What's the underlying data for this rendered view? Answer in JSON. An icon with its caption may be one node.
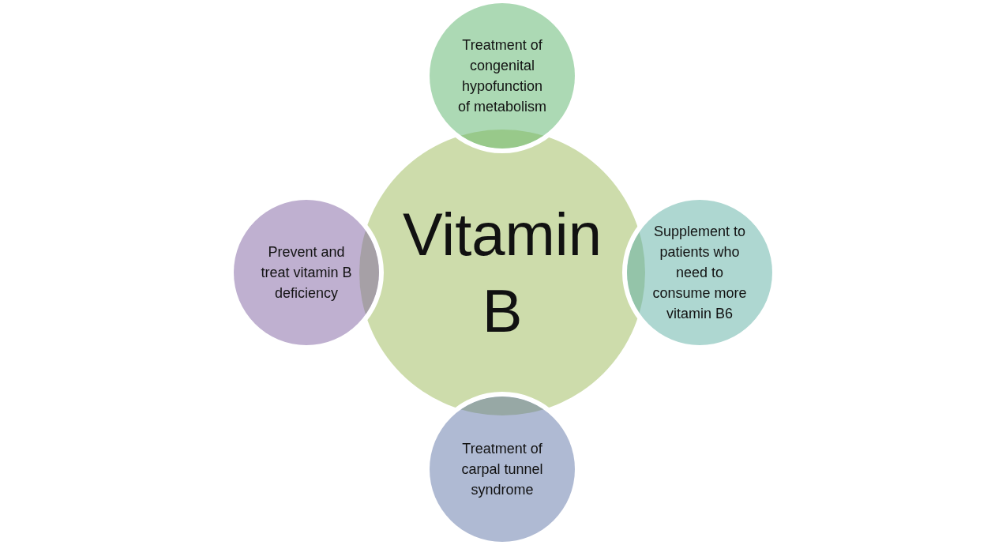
{
  "diagram": {
    "nodes": [
      {
        "text": [
          "Treatment of congenital hypofunction of metabolism"
        ]
      },
      {
        "text": [
          "Prevent and treat vitamin B deficiency"
        ]
      },
      {
        "text": [
          "Vitamin B"
        ]
      },
      {
        "text": [
          "Supplement to patients who need to consume more vitamin B6"
        ]
      },
      {
        "text": [
          "Treatment of carpal tunnel syndrome"
        ]
      }
    ]
  }
}
